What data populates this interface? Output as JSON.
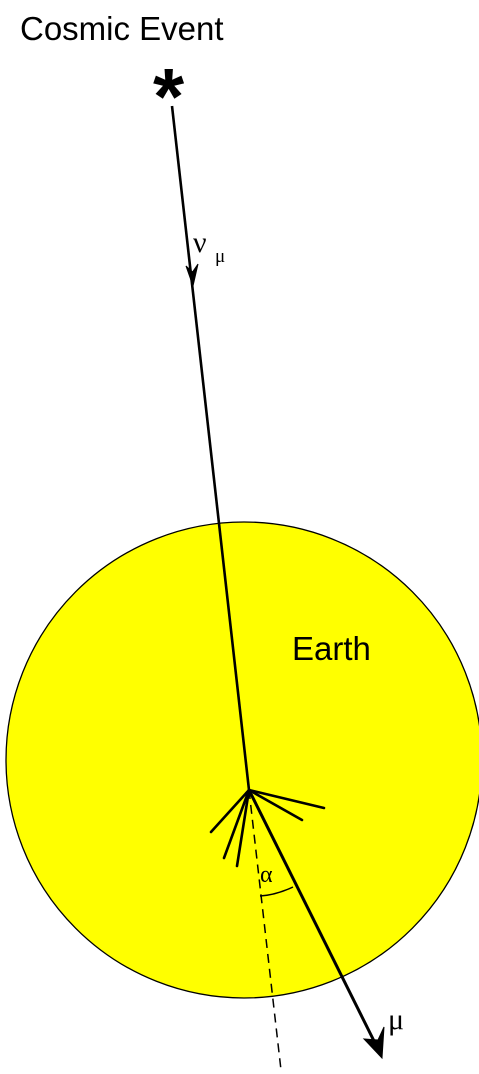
{
  "diagram": {
    "title": "Cosmic  Event",
    "source_symbol": "*",
    "neutrino_symbol": "ν",
    "neutrino_subscript": "μ",
    "earth_label": "Earth",
    "angle_label": "α",
    "muon_label": "μ"
  },
  "colors": {
    "earth_fill": "#ffff00",
    "outline": "#000000",
    "background": "#ffffff"
  }
}
